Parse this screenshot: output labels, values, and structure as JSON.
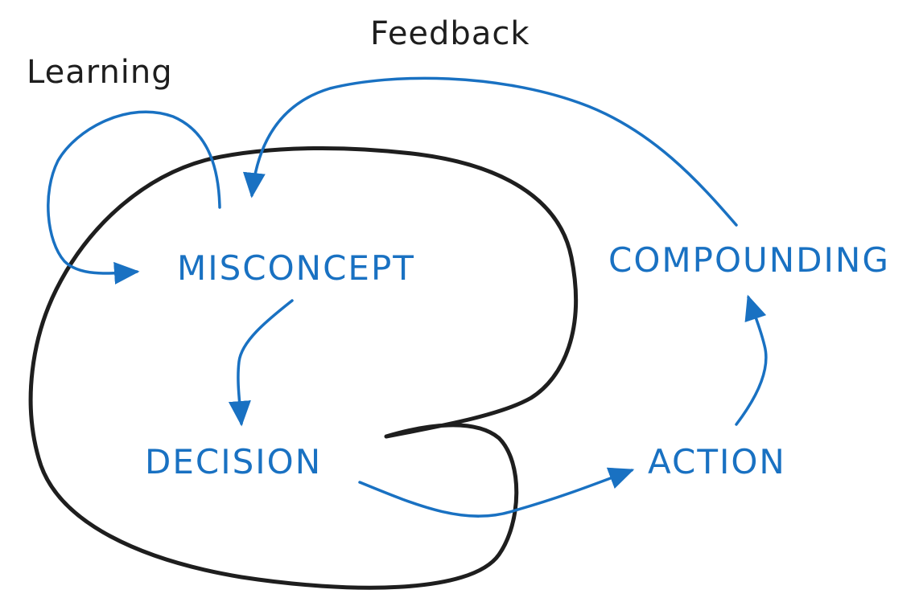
{
  "colors": {
    "accent": "#1971c2",
    "outline": "#1e1e1e",
    "background": "#ffffff"
  },
  "labels": {
    "feedback": "Feedback",
    "learning": "Learning",
    "misconcept": "MISCONCEPT",
    "decision": "DECISION",
    "action": "ACTION",
    "compounding": "COMPOUNDING"
  }
}
